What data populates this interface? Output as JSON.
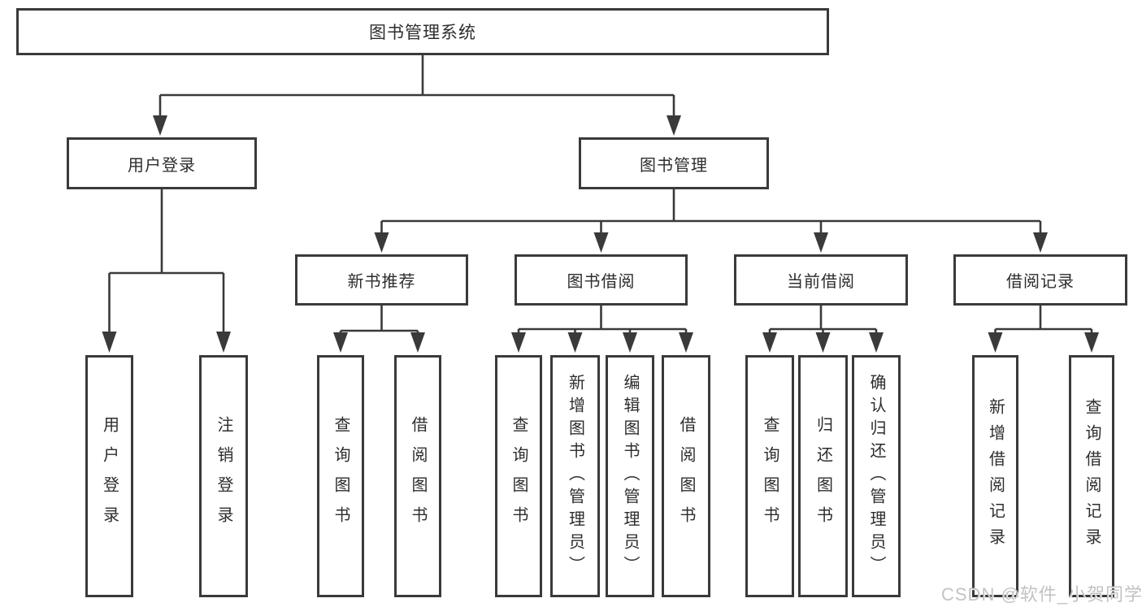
{
  "tree": {
    "label": "图书管理系统",
    "children": [
      {
        "label": "用户登录",
        "children": [
          {
            "label": "用户登录"
          },
          {
            "label": "注销登录"
          }
        ]
      },
      {
        "label": "图书管理",
        "children": [
          {
            "label": "新书推荐",
            "children": [
              {
                "label": "查询图书"
              },
              {
                "label": "借阅图书"
              }
            ]
          },
          {
            "label": "图书借阅",
            "children": [
              {
                "label": "查询图书"
              },
              {
                "label": "新增图书（管理员）"
              },
              {
                "label": "编辑图书（管理员）"
              },
              {
                "label": "借阅图书"
              }
            ]
          },
          {
            "label": "当前借阅",
            "children": [
              {
                "label": "查询图书"
              },
              {
                "label": "归还图书"
              },
              {
                "label": "确认归还（管理员）"
              }
            ]
          },
          {
            "label": "借阅记录",
            "children": [
              {
                "label": "新增借阅记录"
              },
              {
                "label": "查询借阅记录"
              }
            ]
          }
        ]
      }
    ]
  },
  "watermark": "CSDN @软件_小贺同学",
  "colors": {
    "line": "#3a3a3a",
    "box_border": "#3a3a3a",
    "text": "#2d2d2d",
    "watermark": "#c3c3c3",
    "background": "#ffffff"
  }
}
